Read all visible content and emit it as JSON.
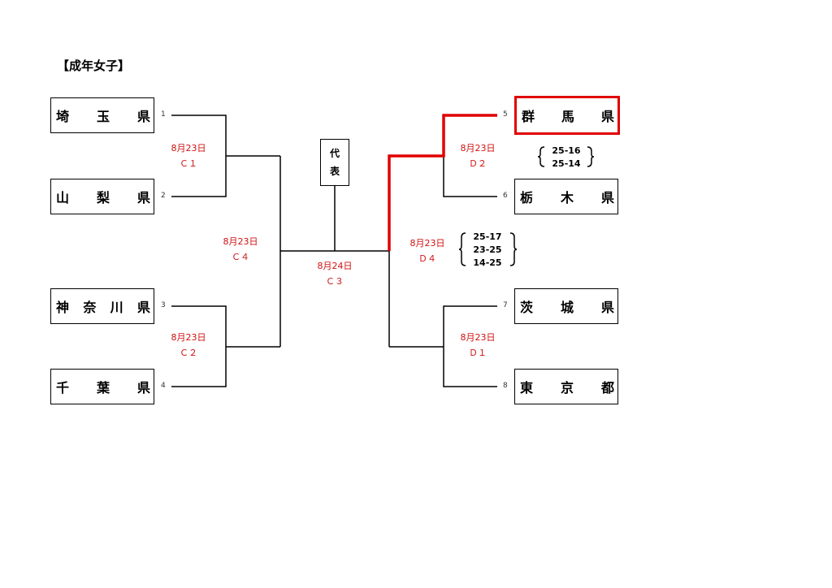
{
  "title": "【成年女子】",
  "representative": [
    "代",
    "表"
  ],
  "teams": [
    {
      "seed": "1",
      "chars": [
        "埼",
        "玉",
        "県"
      ]
    },
    {
      "seed": "2",
      "chars": [
        "山",
        "梨",
        "県"
      ]
    },
    {
      "seed": "3",
      "chars": [
        "神",
        "奈",
        "川",
        "県"
      ]
    },
    {
      "seed": "4",
      "chars": [
        "千",
        "葉",
        "県"
      ]
    },
    {
      "seed": "5",
      "chars": [
        "群",
        "馬",
        "県"
      ]
    },
    {
      "seed": "6",
      "chars": [
        "栃",
        "木",
        "県"
      ]
    },
    {
      "seed": "7",
      "chars": [
        "茨",
        "城",
        "県"
      ]
    },
    {
      "seed": "8",
      "chars": [
        "東",
        "京",
        "都"
      ]
    }
  ],
  "matches": {
    "c1": {
      "date": "8月23日",
      "code": "Ｃ１"
    },
    "c2": {
      "date": "8月23日",
      "code": "Ｃ２"
    },
    "c4": {
      "date": "8月23日",
      "code": "Ｃ４"
    },
    "c3": {
      "date": "8月24日",
      "code": "Ｃ３"
    },
    "d2": {
      "date": "8月23日",
      "code": "Ｄ２"
    },
    "d4": {
      "date": "8月23日",
      "code": "Ｄ４"
    },
    "d1": {
      "date": "8月23日",
      "code": "Ｄ１"
    }
  },
  "scores": {
    "d2": [
      "25-16",
      "25-14"
    ],
    "d4": [
      "25-17",
      "23-25",
      "14-25"
    ]
  },
  "colors": {
    "accent": "#e00000",
    "match_text": "#d01010"
  }
}
